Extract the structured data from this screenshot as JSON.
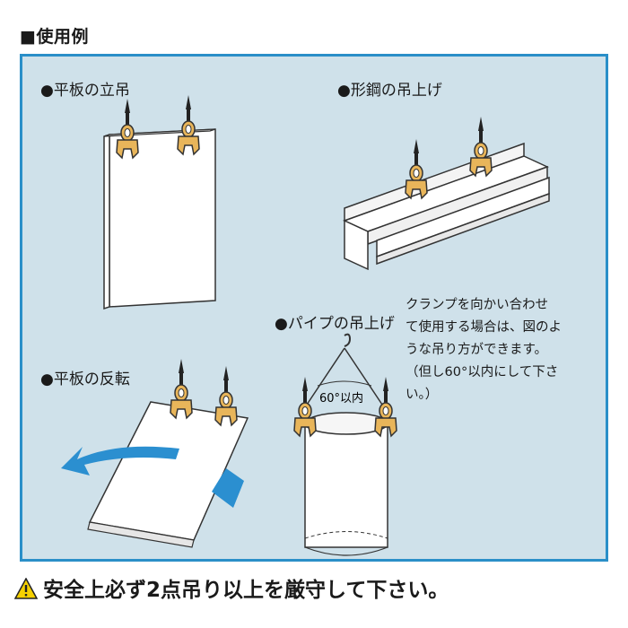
{
  "header": {
    "title": "■使用例"
  },
  "sections": {
    "plate_vertical": "●平板の立吊",
    "channel_lift": "●形鋼の吊上げ",
    "plate_turn": "●平板の反転",
    "pipe_lift": "●パイプの吊上げ"
  },
  "angle_label": "60°以内",
  "note_lines": [
    "クランプを向かい合わせ",
    "て使用する場合は、図のよ",
    "うな吊り方ができます。",
    "（但し60°以内にして下さ",
    "い。）"
  ],
  "warning": "安全上必ず2点吊り以上を厳守して下さい。",
  "colors": {
    "panel_bg": "#cfe1ea",
    "panel_border": "#2a8fc8",
    "clamp": "#e8b55a",
    "arrow": "#2b8fd0",
    "warning_yellow": "#f5d000"
  }
}
